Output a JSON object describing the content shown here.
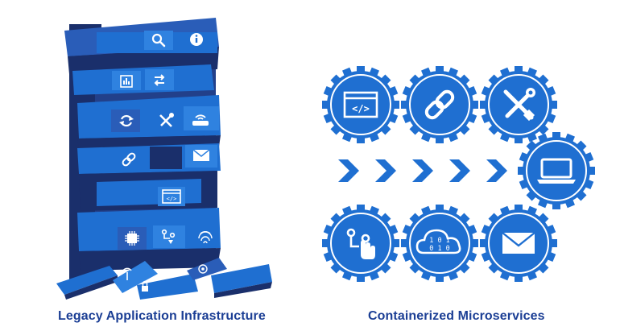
{
  "captions": {
    "legacy": "Legacy Application Infrastructure",
    "microservices": "Containerized Microservices"
  },
  "colors": {
    "brand_blue": "#1f6fd1",
    "dark_navy": "#1a2f6b",
    "mid_blue": "#2a5db8",
    "light_tile": "#2f82e0",
    "caption": "#1c3f95",
    "white": "#ffffff"
  },
  "tower_icons": [
    "search-icon",
    "info-icon",
    "chart-icon",
    "transfer-icon",
    "refresh-icon",
    "tools-icon",
    "router-icon",
    "link-icon",
    "mail-icon",
    "code-window-icon",
    "chip-icon",
    "workflow-icon",
    "fingerprint-icon",
    "antenna-icon",
    "lock-icon",
    "pointer-icon"
  ],
  "microservice_gears": [
    "code-window-icon",
    "link-icon",
    "tools-icon",
    "laptop-icon",
    "workflow-touch-icon",
    "binary-cloud-icon",
    "mail-icon"
  ],
  "arrows_count": 5
}
